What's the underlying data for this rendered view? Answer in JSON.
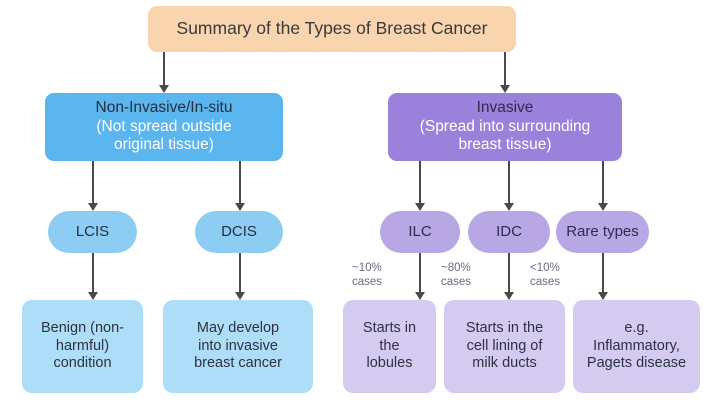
{
  "diagram": {
    "title": "Summary of the Types of Breast Cancer",
    "colors": {
      "title_box": "#F8D4AF",
      "non_invasive": "#5BB5EF",
      "invasive": "#9A82DC",
      "pill_blue": "#8DCDF4",
      "pill_purple": "#B7A7E4",
      "leaf_blue": "#AEDDF7",
      "leaf_purple": "#D5CBF0",
      "arrow": "#4A4A4A",
      "annotation_text": "#6B6B80"
    },
    "branches": {
      "non_invasive": {
        "heading": "Non-Invasive/In-situ",
        "sub_line1": "(Not spread outside",
        "sub_line2": "original tissue)",
        "types": [
          {
            "id": "lcis",
            "label": "LCIS",
            "outcome_lines": [
              "Benign  (non-",
              "harmful)",
              "condition"
            ]
          },
          {
            "id": "dcis",
            "label": "DCIS",
            "outcome_lines": [
              "May develop",
              "into invasive",
              "breast cancer"
            ]
          }
        ]
      },
      "invasive": {
        "heading": "Invasive",
        "sub_line1": "(Spread into surrounding",
        "sub_line2": "breast tissue)",
        "types": [
          {
            "id": "ilc",
            "label": "ILC",
            "frequency_line1": "~10%",
            "frequency_line2": "cases",
            "outcome_lines": [
              "Starts in",
              "the",
              "lobules"
            ]
          },
          {
            "id": "idc",
            "label": "IDC",
            "frequency_line1": "~80%",
            "frequency_line2": "cases",
            "outcome_lines": [
              "Starts in the",
              "cell lining of",
              "milk ducts"
            ]
          },
          {
            "id": "rare",
            "label": "Rare types",
            "frequency_line1": "<10%",
            "frequency_line2": "cases",
            "outcome_lines": [
              "e.g.",
              "Inflammatory,",
              "Pagets disease"
            ]
          }
        ]
      }
    }
  }
}
